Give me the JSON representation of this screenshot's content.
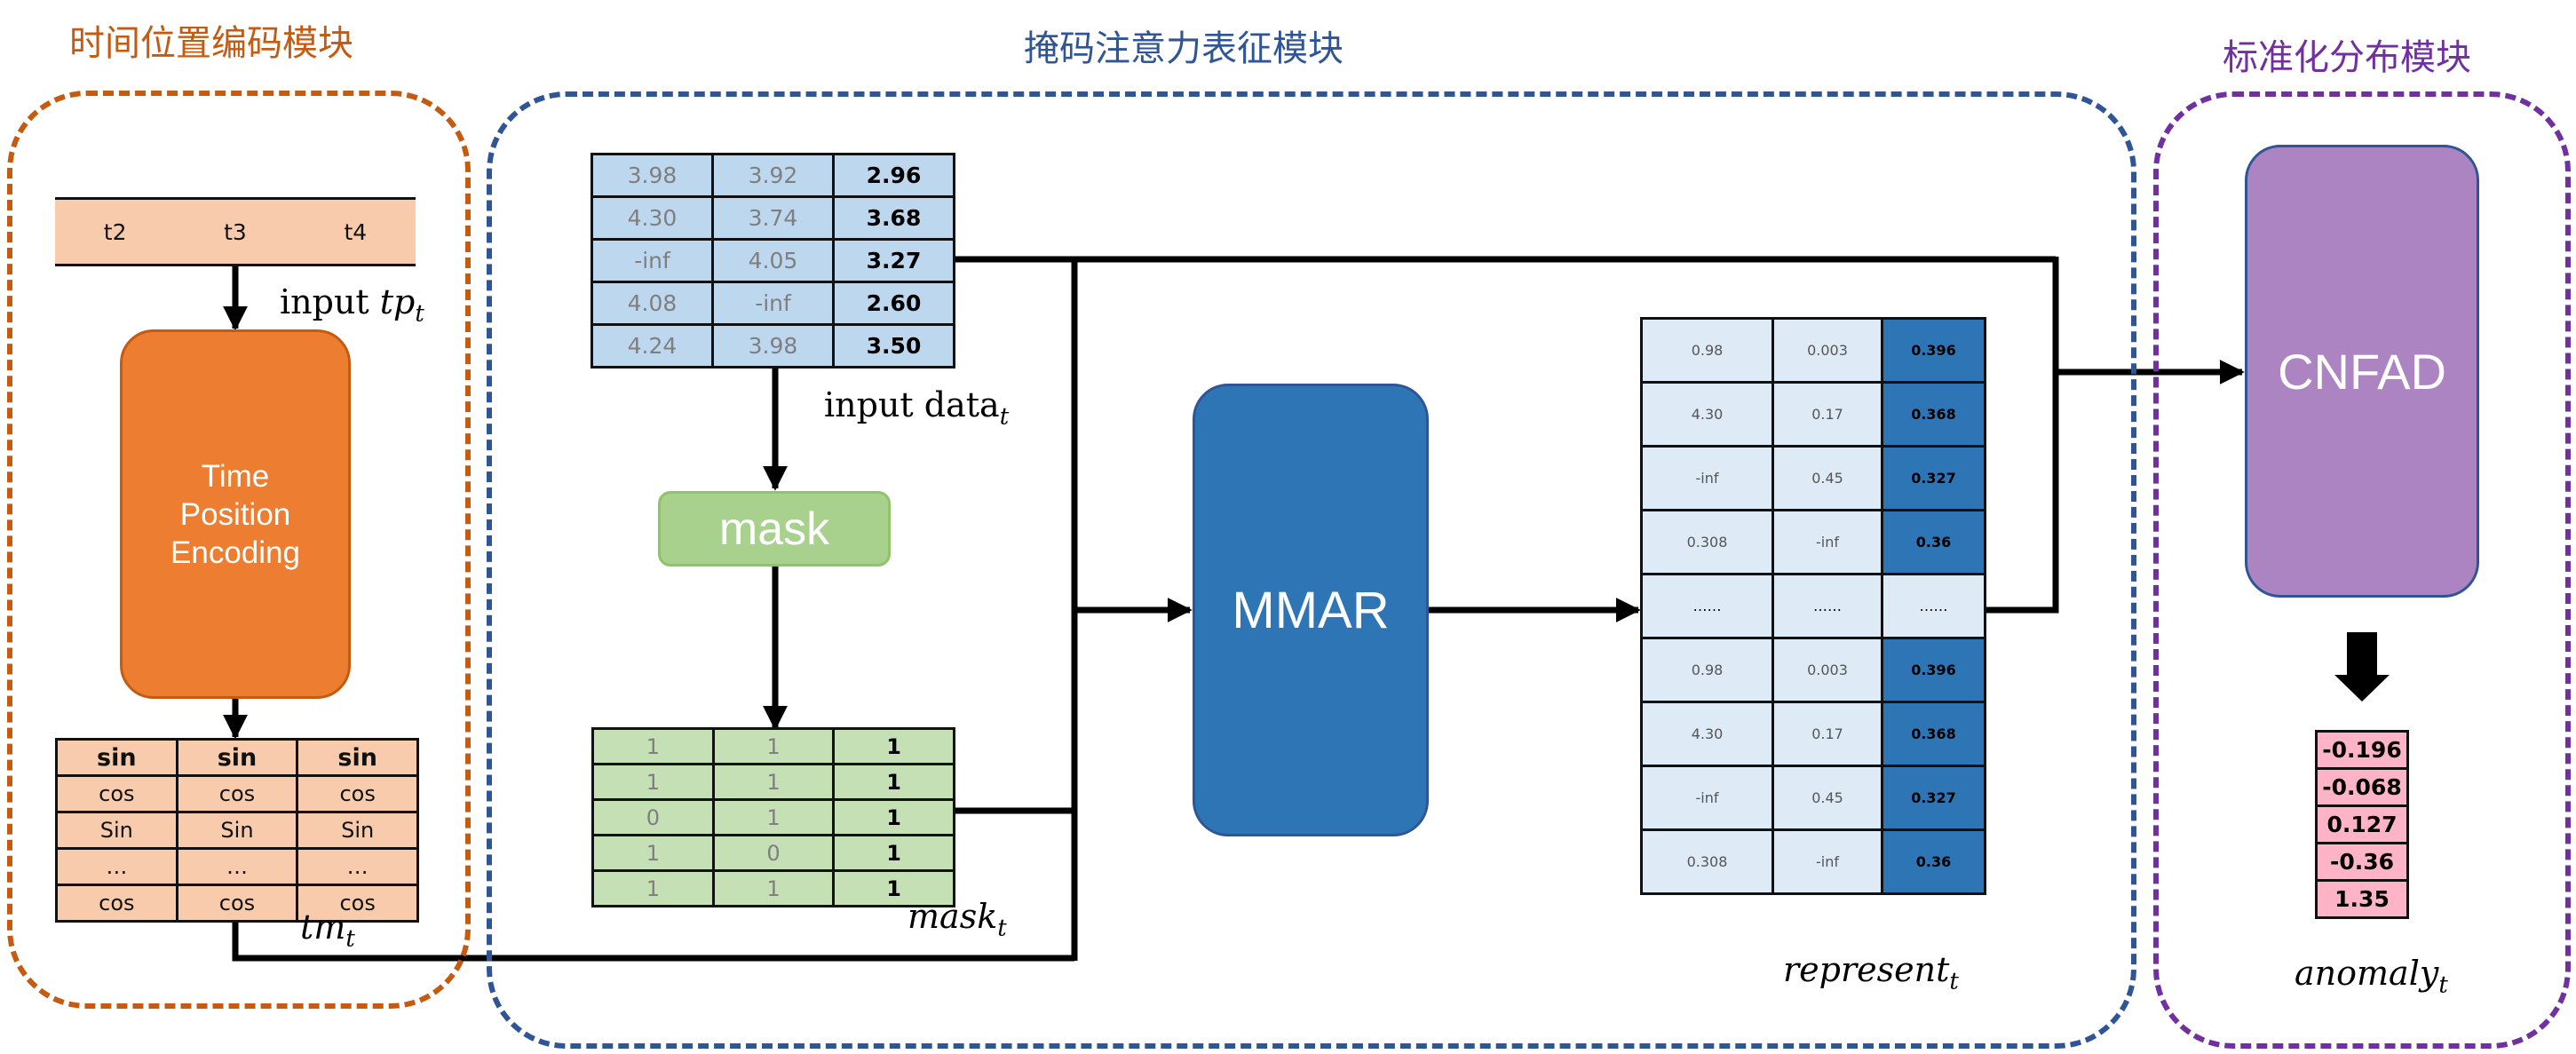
{
  "modules": {
    "time_position": "时间位置编码模块",
    "mask_attention": "掩码注意力表征模块",
    "normalized_distribution": "标准化分布模块"
  },
  "colors": {
    "time_position": "#c55a11",
    "mask_attention": "#2f5597",
    "normalized_distribution": "#7030a0",
    "tpe_box": "#ed7d31",
    "mask_box": "#a9d18e",
    "mmar_box": "#2e75b6",
    "cnfad_box": "#ab84c1"
  },
  "input_tp": {
    "cells": [
      "t2",
      "t3",
      "t4"
    ],
    "label_text": "input ",
    "label_var": "tp",
    "label_sub": "t"
  },
  "tpe_box": {
    "lines": [
      "Time",
      "Position",
      "Encoding"
    ]
  },
  "tm": {
    "rows": [
      [
        "sin",
        "sin",
        "sin"
      ],
      [
        "cos",
        "cos",
        "cos"
      ],
      [
        "Sin",
        "Sin",
        "Sin"
      ],
      [
        "…",
        "…",
        "…"
      ],
      [
        "cos",
        "cos",
        "cos"
      ]
    ],
    "label_var": "tm",
    "label_sub": "t"
  },
  "input_data": {
    "rows": [
      [
        "3.98",
        "3.92",
        "2.96"
      ],
      [
        "4.30",
        "3.74",
        "3.68"
      ],
      [
        "-inf",
        "4.05",
        "3.27"
      ],
      [
        "4.08",
        "-inf",
        "2.60"
      ],
      [
        "4.24",
        "3.98",
        "3.50"
      ]
    ],
    "label_text": "input data",
    "label_sub": "t"
  },
  "mask_box": {
    "label": "mask"
  },
  "mask": {
    "rows": [
      [
        "1",
        "1",
        "1"
      ],
      [
        "1",
        "1",
        "1"
      ],
      [
        "0",
        "1",
        "1"
      ],
      [
        "1",
        "0",
        "1"
      ],
      [
        "1",
        "1",
        "1"
      ]
    ],
    "label_var": "mask",
    "label_sub": "t"
  },
  "mmar_box": {
    "label": "MMAR"
  },
  "represent": {
    "rows": [
      [
        "0.98",
        "0.003",
        "0.396"
      ],
      [
        "4.30",
        "0.17",
        "0.368"
      ],
      [
        "-inf",
        "0.45",
        "0.327"
      ],
      [
        "0.308",
        "-inf",
        "0.36"
      ],
      [
        "……",
        "……",
        "……"
      ],
      [
        "0.98",
        "0.003",
        "0.396"
      ],
      [
        "4.30",
        "0.17",
        "0.368"
      ],
      [
        "-inf",
        "0.45",
        "0.327"
      ],
      [
        "0.308",
        "-inf",
        "0.36"
      ]
    ],
    "label_var": "represent",
    "label_sub": "t"
  },
  "cnfad_box": {
    "label": "CNFAD"
  },
  "anomaly": {
    "values": [
      "-0.196",
      "-0.068",
      "0.127",
      "-0.36",
      "1.35"
    ],
    "label_var": "anomaly",
    "label_sub": "t"
  }
}
